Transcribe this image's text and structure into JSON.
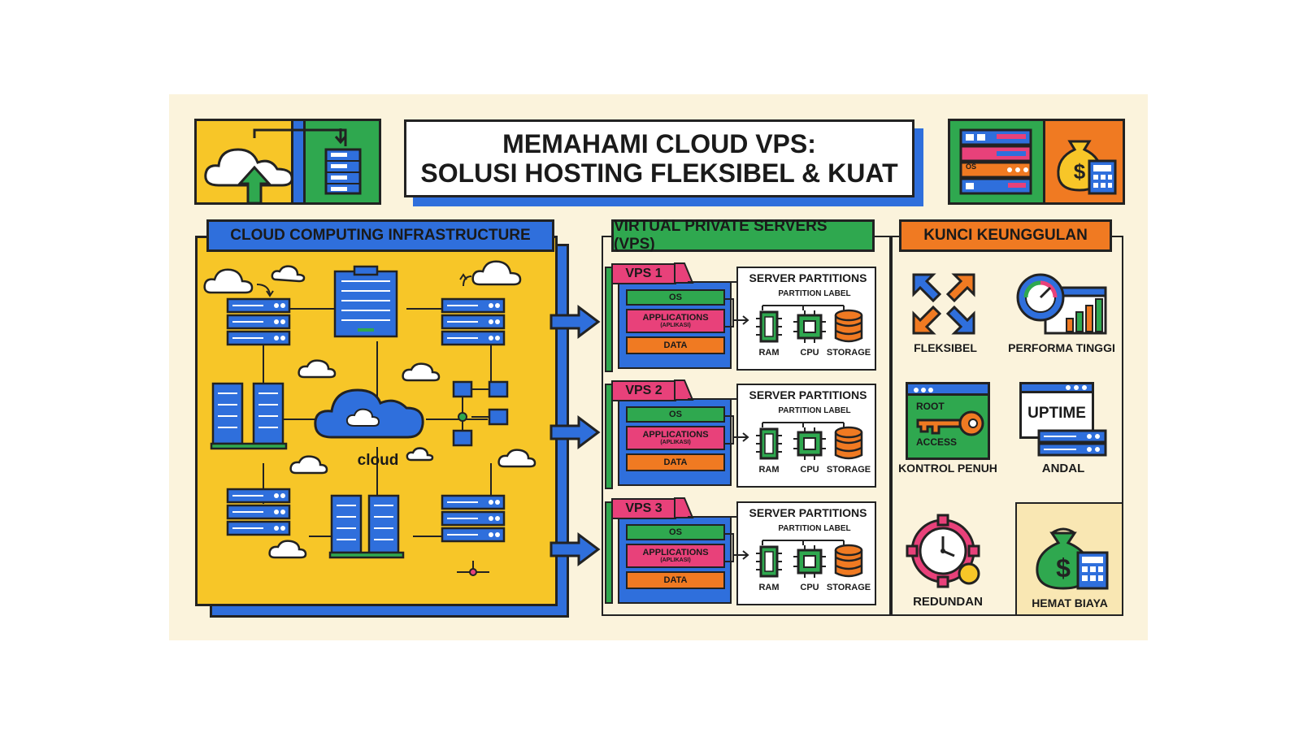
{
  "title": {
    "line1": "MEMAHAMI CLOUD VPS:",
    "line2": "SOLUSI HOSTING FLEKSIBEL & KUAT"
  },
  "infra": {
    "heading": "CLOUD COMPUTING INFRASTRUCTURE",
    "cloud_label": "cloud"
  },
  "vps": {
    "heading": "VIRTUAL PRIVATE SERVERS (VPS)",
    "cards": [
      {
        "tag": "VPS 1",
        "partitions_title": "SERVER PARTITIONS",
        "partition_label": "PARTITION LABEL",
        "os": "OS",
        "apps": "APPLICATIONS",
        "apps_sub": "(APLIKASI)",
        "data": "DATA",
        "ram": "RAM",
        "cpu": "CPU",
        "storage": "STORAGE"
      },
      {
        "tag": "VPS 2",
        "partitions_title": "SERVER PARTITIONS",
        "partition_label": "PARTITION LABEL",
        "os": "OS",
        "apps": "APPLICATIONS",
        "apps_sub": "(APLIKASI)",
        "data": "DATA",
        "ram": "RAM",
        "cpu": "CPU",
        "storage": "STORAGE"
      },
      {
        "tag": "VPS 3",
        "partitions_title": "SERVER PARTITIONS",
        "partition_label": "PARTITION LABEL",
        "os": "OS",
        "apps": "APPLICATIONS",
        "apps_sub": "(APLIKASI)",
        "data": "DATA",
        "ram": "RAM",
        "cpu": "CPU",
        "storage": "STORAGE"
      }
    ]
  },
  "advantages": {
    "heading": "KUNCI KEUNGGULAN",
    "items": [
      {
        "label": "FLEKSIBEL",
        "icon": "expand-arrows-icon"
      },
      {
        "label": "PERFORMA TINGGI",
        "icon": "speedometer-chart-icon"
      },
      {
        "label": "KONTROL PENUH",
        "icon": "root-key-icon",
        "icon_text1": "ROOT",
        "icon_text2": "ACCESS"
      },
      {
        "label": "ANDAL",
        "icon": "uptime-server-icon",
        "icon_text1": "UPTIME"
      },
      {
        "label": "REDUNDAN",
        "icon": "gear-clock-icon"
      },
      {
        "label": "HEMAT BIAYA",
        "icon": "money-bag-calculator-icon"
      }
    ]
  },
  "header_icons": {
    "right_os_label": "OS"
  },
  "colors": {
    "yellow": "#f7c628",
    "blue": "#2f6fdc",
    "green": "#2fa84f",
    "orange": "#f07a22",
    "pink": "#e8417a",
    "cream": "#fbf3dc"
  }
}
